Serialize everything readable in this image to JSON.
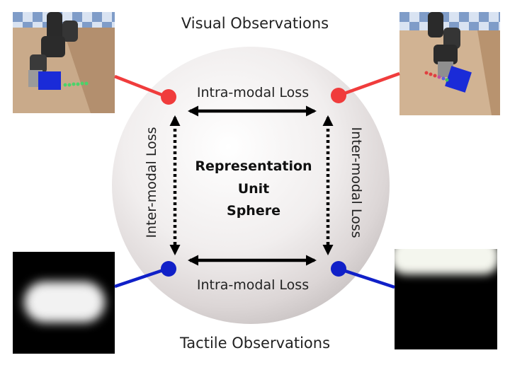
{
  "captions": {
    "visual": "Visual Observations",
    "tactile": "Tactile Observations"
  },
  "sphere": {
    "line1": "Representation",
    "line2": "Unit",
    "line3": "Sphere"
  },
  "losses": {
    "intra_top": "Intra-modal Loss",
    "intra_bottom": "Intra-modal Loss",
    "inter_left": "Inter-modal Loss",
    "inter_right": "Inter-modal Loss"
  },
  "colors": {
    "visual_node": "#f03c3c",
    "tactile_node": "#1020c8",
    "arrow": "#000000"
  }
}
